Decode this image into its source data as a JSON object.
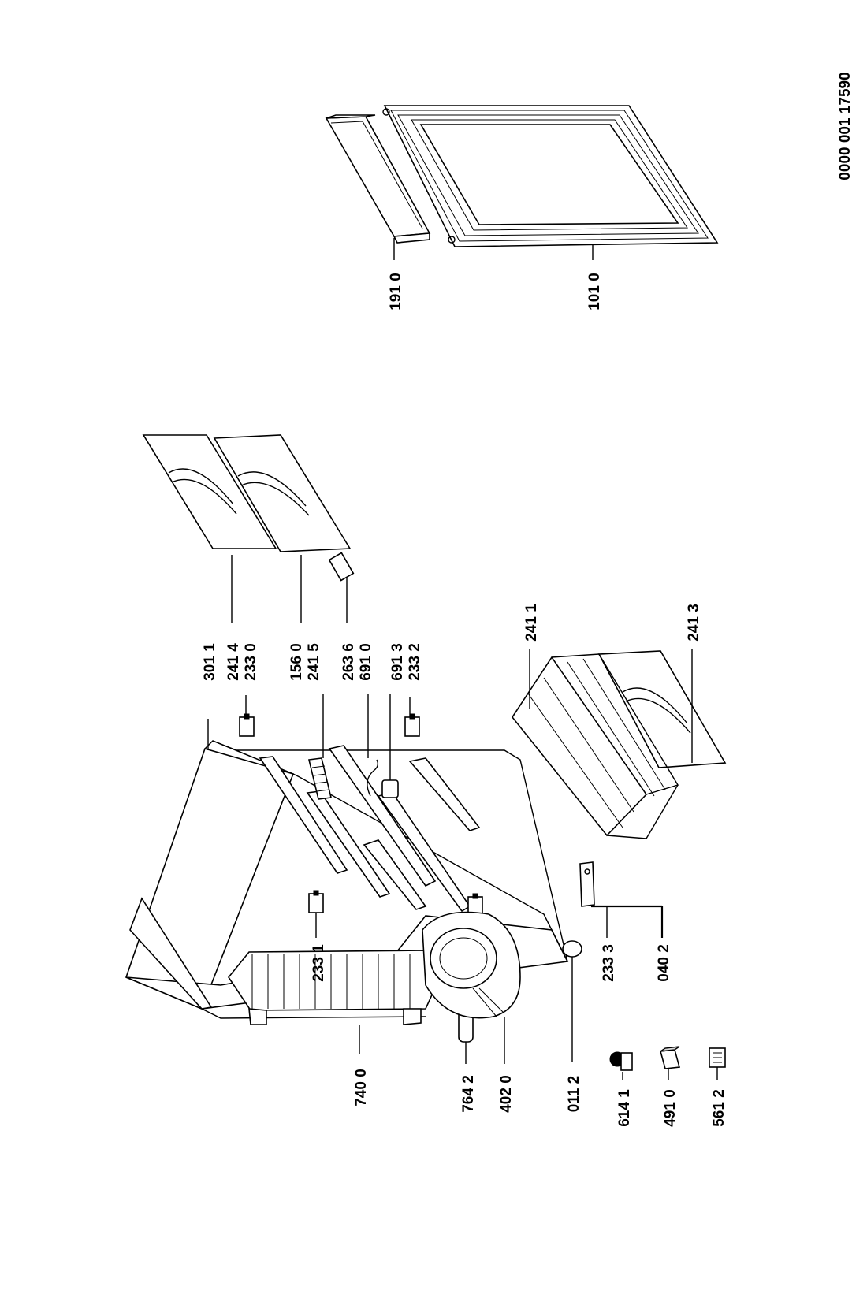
{
  "document_code": "0000 001 17590",
  "labels": {
    "p301_1": "301 1",
    "p241_4": "241 4",
    "p233_0": "233 0",
    "p156_0": "156 0",
    "p241_5": "241 5",
    "p263_6": "263 6",
    "p691_0": "691 0",
    "p691_3": "691 3",
    "p233_2": "233 2",
    "p241_1": "241 1",
    "p241_3": "241 3",
    "p191_0": "191 0",
    "p101_0": "101 0",
    "p233_1": "233 1",
    "p233_3": "233 3",
    "p040_2": "040 2",
    "p740_0": "740 0",
    "p764_2": "764 2",
    "p402_0": "402 0",
    "p011_2": "011 2",
    "p614_1": "614 1",
    "p491_0": "491 0",
    "p561_2": "561 2"
  }
}
